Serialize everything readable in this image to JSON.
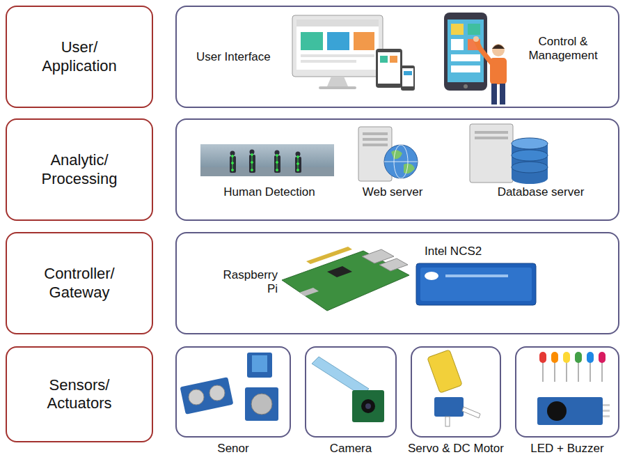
{
  "diagram": {
    "nodes": [
      {
        "text": [
          "User/ Application"
        ]
      },
      {
        "text": [
          "User Interface",
          "Control & Management"
        ]
      },
      {
        "text": [
          "Analytic/ Processing"
        ]
      },
      {
        "text": [
          "Human Detection",
          "Web server",
          "Database server"
        ]
      },
      {
        "text": [
          "Controller/ Gateway"
        ]
      },
      {
        "text": [
          "Raspberry Pi",
          "Intel NCS2"
        ]
      },
      {
        "text": [
          "Sensors/ Actuators"
        ]
      },
      {
        "text": [
          "Senor"
        ]
      },
      {
        "text": [
          "Camera"
        ]
      },
      {
        "text": [
          "Servo & DC Motor"
        ]
      },
      {
        "text": [
          "LED + Buzzer"
        ]
      }
    ]
  }
}
